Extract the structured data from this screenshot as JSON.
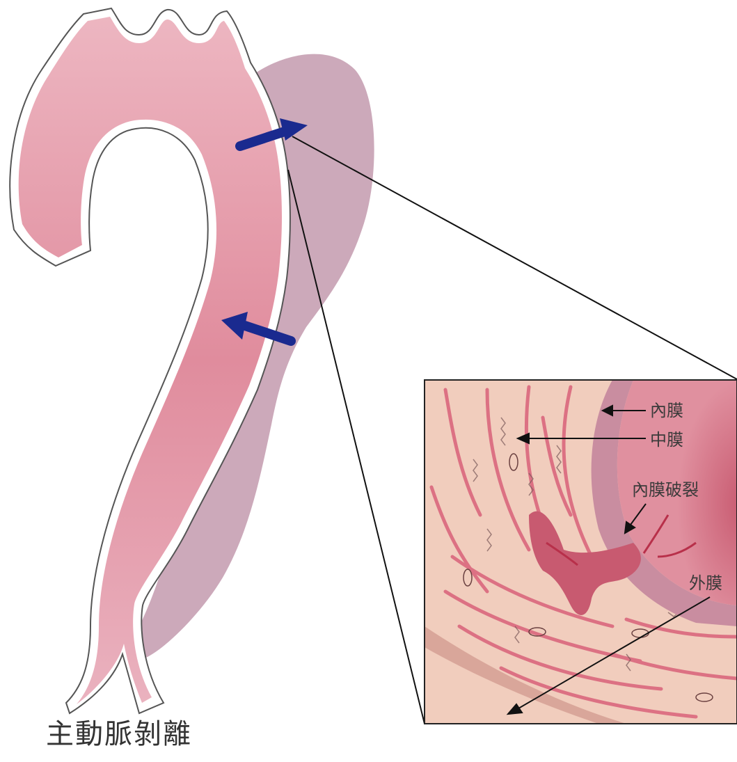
{
  "title": "主動脈剝離",
  "labels": {
    "intima": "內膜",
    "media": "中膜",
    "intimal_tear": "內膜破裂",
    "adventitia": "外膜"
  },
  "colors": {
    "aorta_fill": "#e7a6b2",
    "aorta_fill_dark": "#d9808f",
    "false_lumen": "#caa1b4",
    "arrow_blue": "#1a2a8f",
    "zoom_bg": "#f1cdbd",
    "media_stripe": "#d9627a",
    "intima_layer": "#c98da0",
    "lumen_inner": "#d87485"
  },
  "icons": [
    "blood-flow-arrow-icon",
    "pointer-arrow-icon"
  ]
}
